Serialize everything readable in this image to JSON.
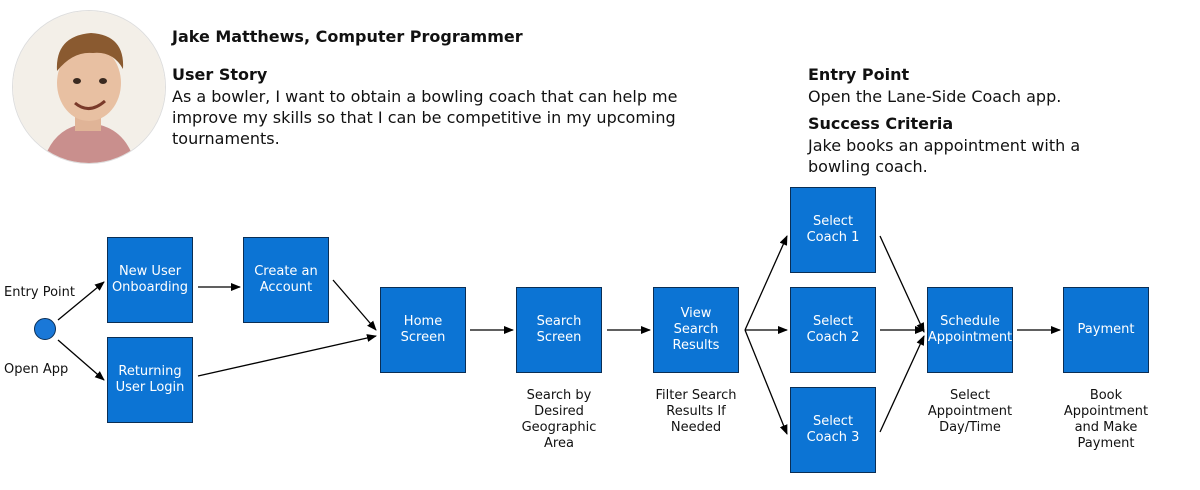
{
  "persona": {
    "name": "Jake Matthews, Computer Programmer",
    "story_heading": "User Story",
    "story_line1": "As a bowler, I want to obtain a bowling coach that can help me",
    "story_line2": "improve my skills so that I can be competitive in my upcoming",
    "story_line3": "tournaments."
  },
  "entry": {
    "heading": "Entry Point",
    "text": "Open the Lane-Side Coach app.",
    "success_heading": "Success Criteria",
    "success_line1": "Jake books an appointment with a",
    "success_line2": "bowling coach."
  },
  "start": {
    "entry_label": "Entry Point",
    "open_label": "Open App"
  },
  "nodes": {
    "new_user": [
      "New User",
      "Onboarding"
    ],
    "returning": [
      "Returning",
      "User Login"
    ],
    "create_account": [
      "Create an",
      "Account"
    ],
    "home": [
      "Home",
      "Screen"
    ],
    "search": [
      "Search",
      "Screen"
    ],
    "view_results": [
      "View",
      "Search",
      "Results"
    ],
    "coach1": [
      "Select",
      "Coach 1"
    ],
    "coach2": [
      "Select",
      "Coach 2"
    ],
    "coach3": [
      "Select",
      "Coach 3"
    ],
    "schedule": [
      "Schedule",
      "Appointment"
    ],
    "payment": [
      "Payment"
    ]
  },
  "captions": {
    "search": [
      "Search by",
      "Desired",
      "Geographic",
      "Area"
    ],
    "view_results": [
      "Filter Search",
      "Results If",
      "Needed"
    ],
    "schedule": [
      "Select",
      "Appointment",
      "Day/Time"
    ],
    "payment": [
      "Book",
      "Appointment",
      "and Make",
      "Payment"
    ]
  },
  "colors": {
    "box": "#0c74d4",
    "box_border": "#0a2e55",
    "start_dot": "#1a78d8"
  }
}
